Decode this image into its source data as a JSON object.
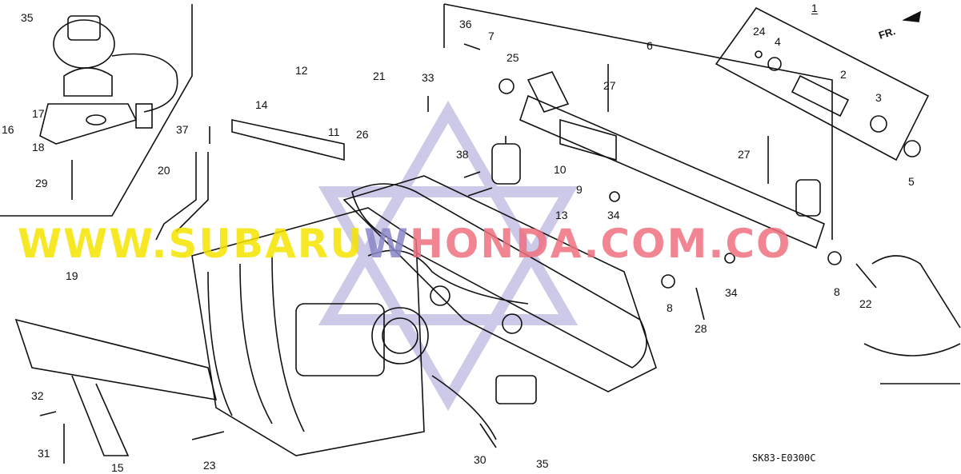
{
  "diagram": {
    "labels": [
      "35",
      "17",
      "16",
      "18",
      "29",
      "37",
      "20",
      "12",
      "14",
      "11",
      "21",
      "26",
      "33",
      "36",
      "7",
      "25",
      "6",
      "24",
      "4",
      "2",
      "3",
      "1",
      "27",
      "38",
      "10",
      "9",
      "27",
      "5",
      "34",
      "13",
      "19",
      "34",
      "8",
      "28",
      "8",
      "22",
      "32",
      "31",
      "15",
      "23",
      "30",
      "35"
    ],
    "direction_marker": "FR.",
    "diagram_code": "SK83-E0300C"
  },
  "watermark": {
    "part1": "WWW.SUBARU",
    "part2": "W",
    "part3": "HONDA.COM.CO",
    "colors": {
      "part1": "#f5e400",
      "part2": "#8a86c8",
      "part3": "#f07080",
      "star": "#b8b4e0"
    }
  }
}
